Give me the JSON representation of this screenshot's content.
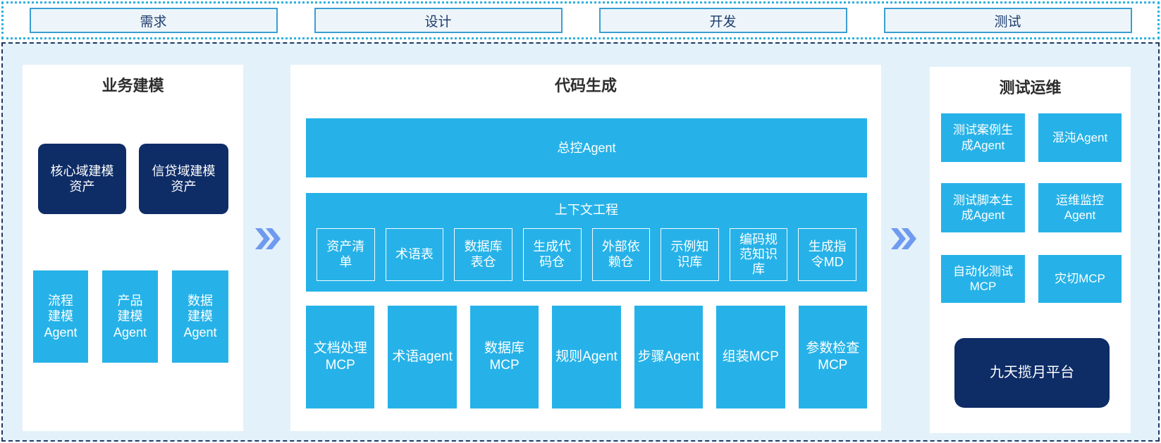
{
  "colors": {
    "cyan": "#26b2e8",
    "navy": "#0e2c66",
    "region_bg": "#e3f1fa",
    "chevron_blue": "#6f9af0",
    "step_border": "#3a9fd2",
    "step_bg": "#eef5fa",
    "step_text": "#1e3c6e",
    "dotted_border": "#2fb0dc",
    "dashed_border": "#1f3864"
  },
  "flow_steps": [
    {
      "label": "需求"
    },
    {
      "label": "设计"
    },
    {
      "label": "开发"
    },
    {
      "label": "测试"
    }
  ],
  "business_modeling": {
    "title": "业务建模",
    "asset_boxes": [
      {
        "label": "核心域建模\n资产"
      },
      {
        "label": "信贷域建模\n资产"
      }
    ],
    "agent_boxes": [
      {
        "label": "流程\n建模\nAgent"
      },
      {
        "label": "产品\n建模\nAgent"
      },
      {
        "label": "数据\n建模\nAgent"
      }
    ]
  },
  "code_generation": {
    "title": "代码生成",
    "master_bar": "总控Agent",
    "context_engineering": {
      "title": "上下文工程",
      "items": [
        {
          "label": "资产清\n单"
        },
        {
          "label": "术语表"
        },
        {
          "label": "数据库\n表仓"
        },
        {
          "label": "生成代\n码仓"
        },
        {
          "label": "外部依\n赖仓"
        },
        {
          "label": "示例知\n识库"
        },
        {
          "label": "编码规\n范知识\n库"
        },
        {
          "label": "生成指\n令MD"
        }
      ]
    },
    "tool_boxes": [
      {
        "label": "文档处理\nMCP"
      },
      {
        "label": "术语agent"
      },
      {
        "label": "数据库\nMCP"
      },
      {
        "label": "规则Agent"
      },
      {
        "label": "步骤Agent"
      },
      {
        "label": "组装MCP"
      },
      {
        "label": "参数检查\nMCP"
      }
    ]
  },
  "test_ops": {
    "title": "测试运维",
    "boxes": [
      {
        "label": "测试案例生\n成Agent"
      },
      {
        "label": "混沌Agent"
      },
      {
        "label": "测试脚本生\n成Agent"
      },
      {
        "label": "运维监控\nAgent"
      },
      {
        "label": "自动化测试\nMCP"
      },
      {
        "label": "灾切MCP"
      }
    ],
    "platform_box": {
      "label": "九天揽月平台"
    }
  }
}
